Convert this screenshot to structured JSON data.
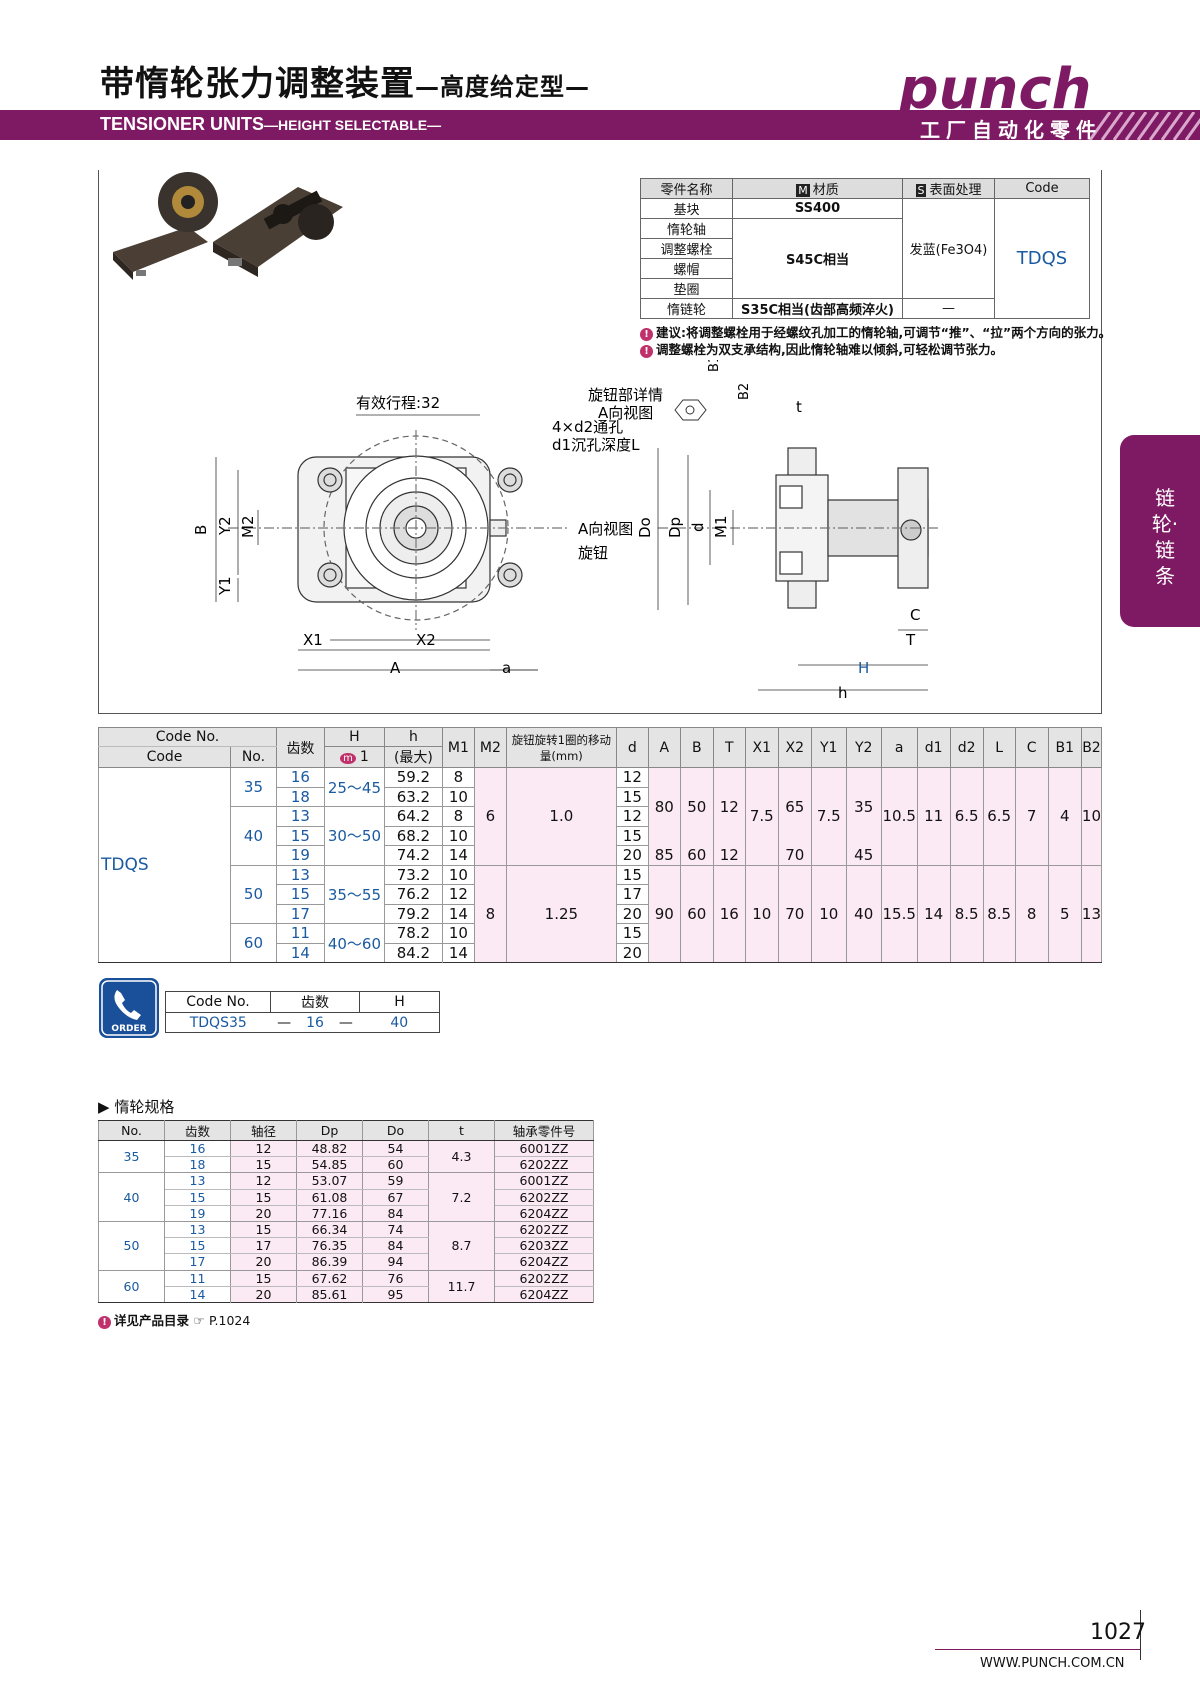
{
  "header": {
    "title_cn": "带惰轮张力调整装置",
    "title_cn_sub": "—高度给定型—",
    "title_en": "TENSIONER UNITS",
    "title_en_sub": "—HEIGHT SELECTABLE—",
    "brand": "punch",
    "brand_sub": "工厂自动化零件",
    "side_tab": "链轮·链条",
    "band_color": "#7d1a63"
  },
  "materials": {
    "headers": [
      "零件名称",
      "材质",
      "表面处理",
      "Code"
    ],
    "icon_m": "M",
    "icon_s": "S",
    "rows": [
      {
        "part": "基块",
        "material": "SS400"
      },
      {
        "part": "惰轮轴",
        "material": ""
      },
      {
        "part": "调整螺栓",
        "material": "S45C相当"
      },
      {
        "part": "螺帽",
        "material": ""
      },
      {
        "part": "垫圈",
        "material": ""
      },
      {
        "part": "惰链轮",
        "material": "S35C相当(齿部高频淬火)",
        "surface": "—"
      }
    ],
    "surface_main": "发蓝(Fe3O4)",
    "code": "TDQS"
  },
  "notes": [
    "建议:将调整螺栓用于经螺纹孔加工的惰轮轴,可调节“推”、“拉”两个方向的张力。",
    "调整螺栓为双支承结构,因此惰轮轴难以倾斜,可轻松调节张力。"
  ],
  "drawing": {
    "stroke_label": "有效行程:32",
    "hole_label1": "4×d2通孔",
    "hole_label2": "d1沉孔深度L",
    "view_a": "A向视图",
    "knob": "旋钮",
    "knob_detail1": "旋钮部详情",
    "knob_detail2": "A向视图",
    "dims": {
      "B": "B",
      "Y2": "Y2",
      "M2": "M2",
      "Y1": "Y1",
      "X1": "X1",
      "X2": "X2",
      "A": "A",
      "a": "a",
      "Do": "Do",
      "Dp": "Dp",
      "d": "d",
      "M1": "M1",
      "t": "t",
      "C": "C",
      "T": "T",
      "H": "H",
      "h": "h",
      "B1": "B1",
      "B2": "B2"
    }
  },
  "spec": {
    "headers": {
      "codeno": "Code No.",
      "code": "Code",
      "no": "No.",
      "teeth": "齿数",
      "H": "H",
      "H_sub": "1",
      "h": "h",
      "h_sub": "(最大)",
      "M1": "M1",
      "M2": "M2",
      "knob": "旋钮旋转1圈的移动量(mm)",
      "d": "d",
      "A": "A",
      "B": "B",
      "T": "T",
      "X1": "X1",
      "X2": "X2",
      "Y1": "Y1",
      "Y2": "Y2",
      "a": "a",
      "d1": "d1",
      "d2": "d2",
      "L": "L",
      "C": "C",
      "B1": "B1",
      "B2": "B2"
    },
    "code": "TDQS",
    "rows": [
      [
        "35",
        "16",
        "25～45",
        "59.2",
        "8",
        "6",
        "1.0",
        "12",
        "80",
        "50",
        "12",
        "7.5",
        "65",
        "7.5",
        "35",
        "10.5",
        "11",
        "6.5",
        "6.5",
        "7",
        "4",
        "10"
      ],
      [
        "",
        "18",
        "",
        "63.2",
        "10",
        "",
        "",
        "15"
      ],
      [
        "40",
        "13",
        "30～50",
        "64.2",
        "8",
        "",
        "",
        "12"
      ],
      [
        "",
        "15",
        "",
        "68.2",
        "10",
        "",
        "",
        "15"
      ],
      [
        "",
        "19",
        "",
        "74.2",
        "14",
        "",
        "",
        "20",
        "85",
        "60",
        "12",
        "",
        "70",
        "",
        "45"
      ],
      [
        "50",
        "13",
        "35～55",
        "73.2",
        "10",
        "8",
        "1.25",
        "15",
        "90",
        "60",
        "16",
        "10",
        "70",
        "10",
        "40",
        "15.5",
        "14",
        "8.5",
        "8.5",
        "8",
        "5",
        "13"
      ],
      [
        "",
        "15",
        "",
        "76.2",
        "12",
        "",
        "",
        "17"
      ],
      [
        "",
        "17",
        "",
        "79.2",
        "14",
        "",
        "",
        "20"
      ],
      [
        "60",
        "11",
        "40～60",
        "78.2",
        "10",
        "",
        "",
        "15"
      ],
      [
        "",
        "14",
        "",
        "84.2",
        "14",
        "",
        "",
        "20"
      ]
    ]
  },
  "order": {
    "label": "ORDER",
    "headers": [
      "Code No.",
      "齿数",
      "H"
    ],
    "values": [
      "TDQS35",
      "—",
      "16",
      "—",
      "40"
    ]
  },
  "idler": {
    "title": "惰轮规格",
    "headers": [
      "No.",
      "齿数",
      "轴径",
      "Dp",
      "Do",
      "t",
      "轴承零件号"
    ],
    "rows": [
      [
        "35",
        "16",
        "12",
        "48.82",
        "54",
        "4.3",
        "6001ZZ"
      ],
      [
        "",
        "18",
        "15",
        "54.85",
        "60",
        "",
        "6202ZZ"
      ],
      [
        "40",
        "13",
        "12",
        "53.07",
        "59",
        "7.2",
        "6001ZZ"
      ],
      [
        "",
        "15",
        "15",
        "61.08",
        "67",
        "",
        "6202ZZ"
      ],
      [
        "",
        "19",
        "20",
        "77.16",
        "84",
        "",
        "6204ZZ"
      ],
      [
        "50",
        "13",
        "15",
        "66.34",
        "74",
        "8.7",
        "6202ZZ"
      ],
      [
        "",
        "15",
        "17",
        "76.35",
        "84",
        "",
        "6203ZZ"
      ],
      [
        "",
        "17",
        "20",
        "86.39",
        "94",
        "",
        "6204ZZ"
      ],
      [
        "60",
        "11",
        "15",
        "67.62",
        "76",
        "11.7",
        "6202ZZ"
      ],
      [
        "",
        "14",
        "20",
        "85.61",
        "95",
        "",
        "6204ZZ"
      ]
    ],
    "footnote": "详见产品目录",
    "footnote_ref": "P.1024"
  },
  "footer": {
    "page": "1027",
    "url": "WWW.PUNCH.COM.CN"
  }
}
